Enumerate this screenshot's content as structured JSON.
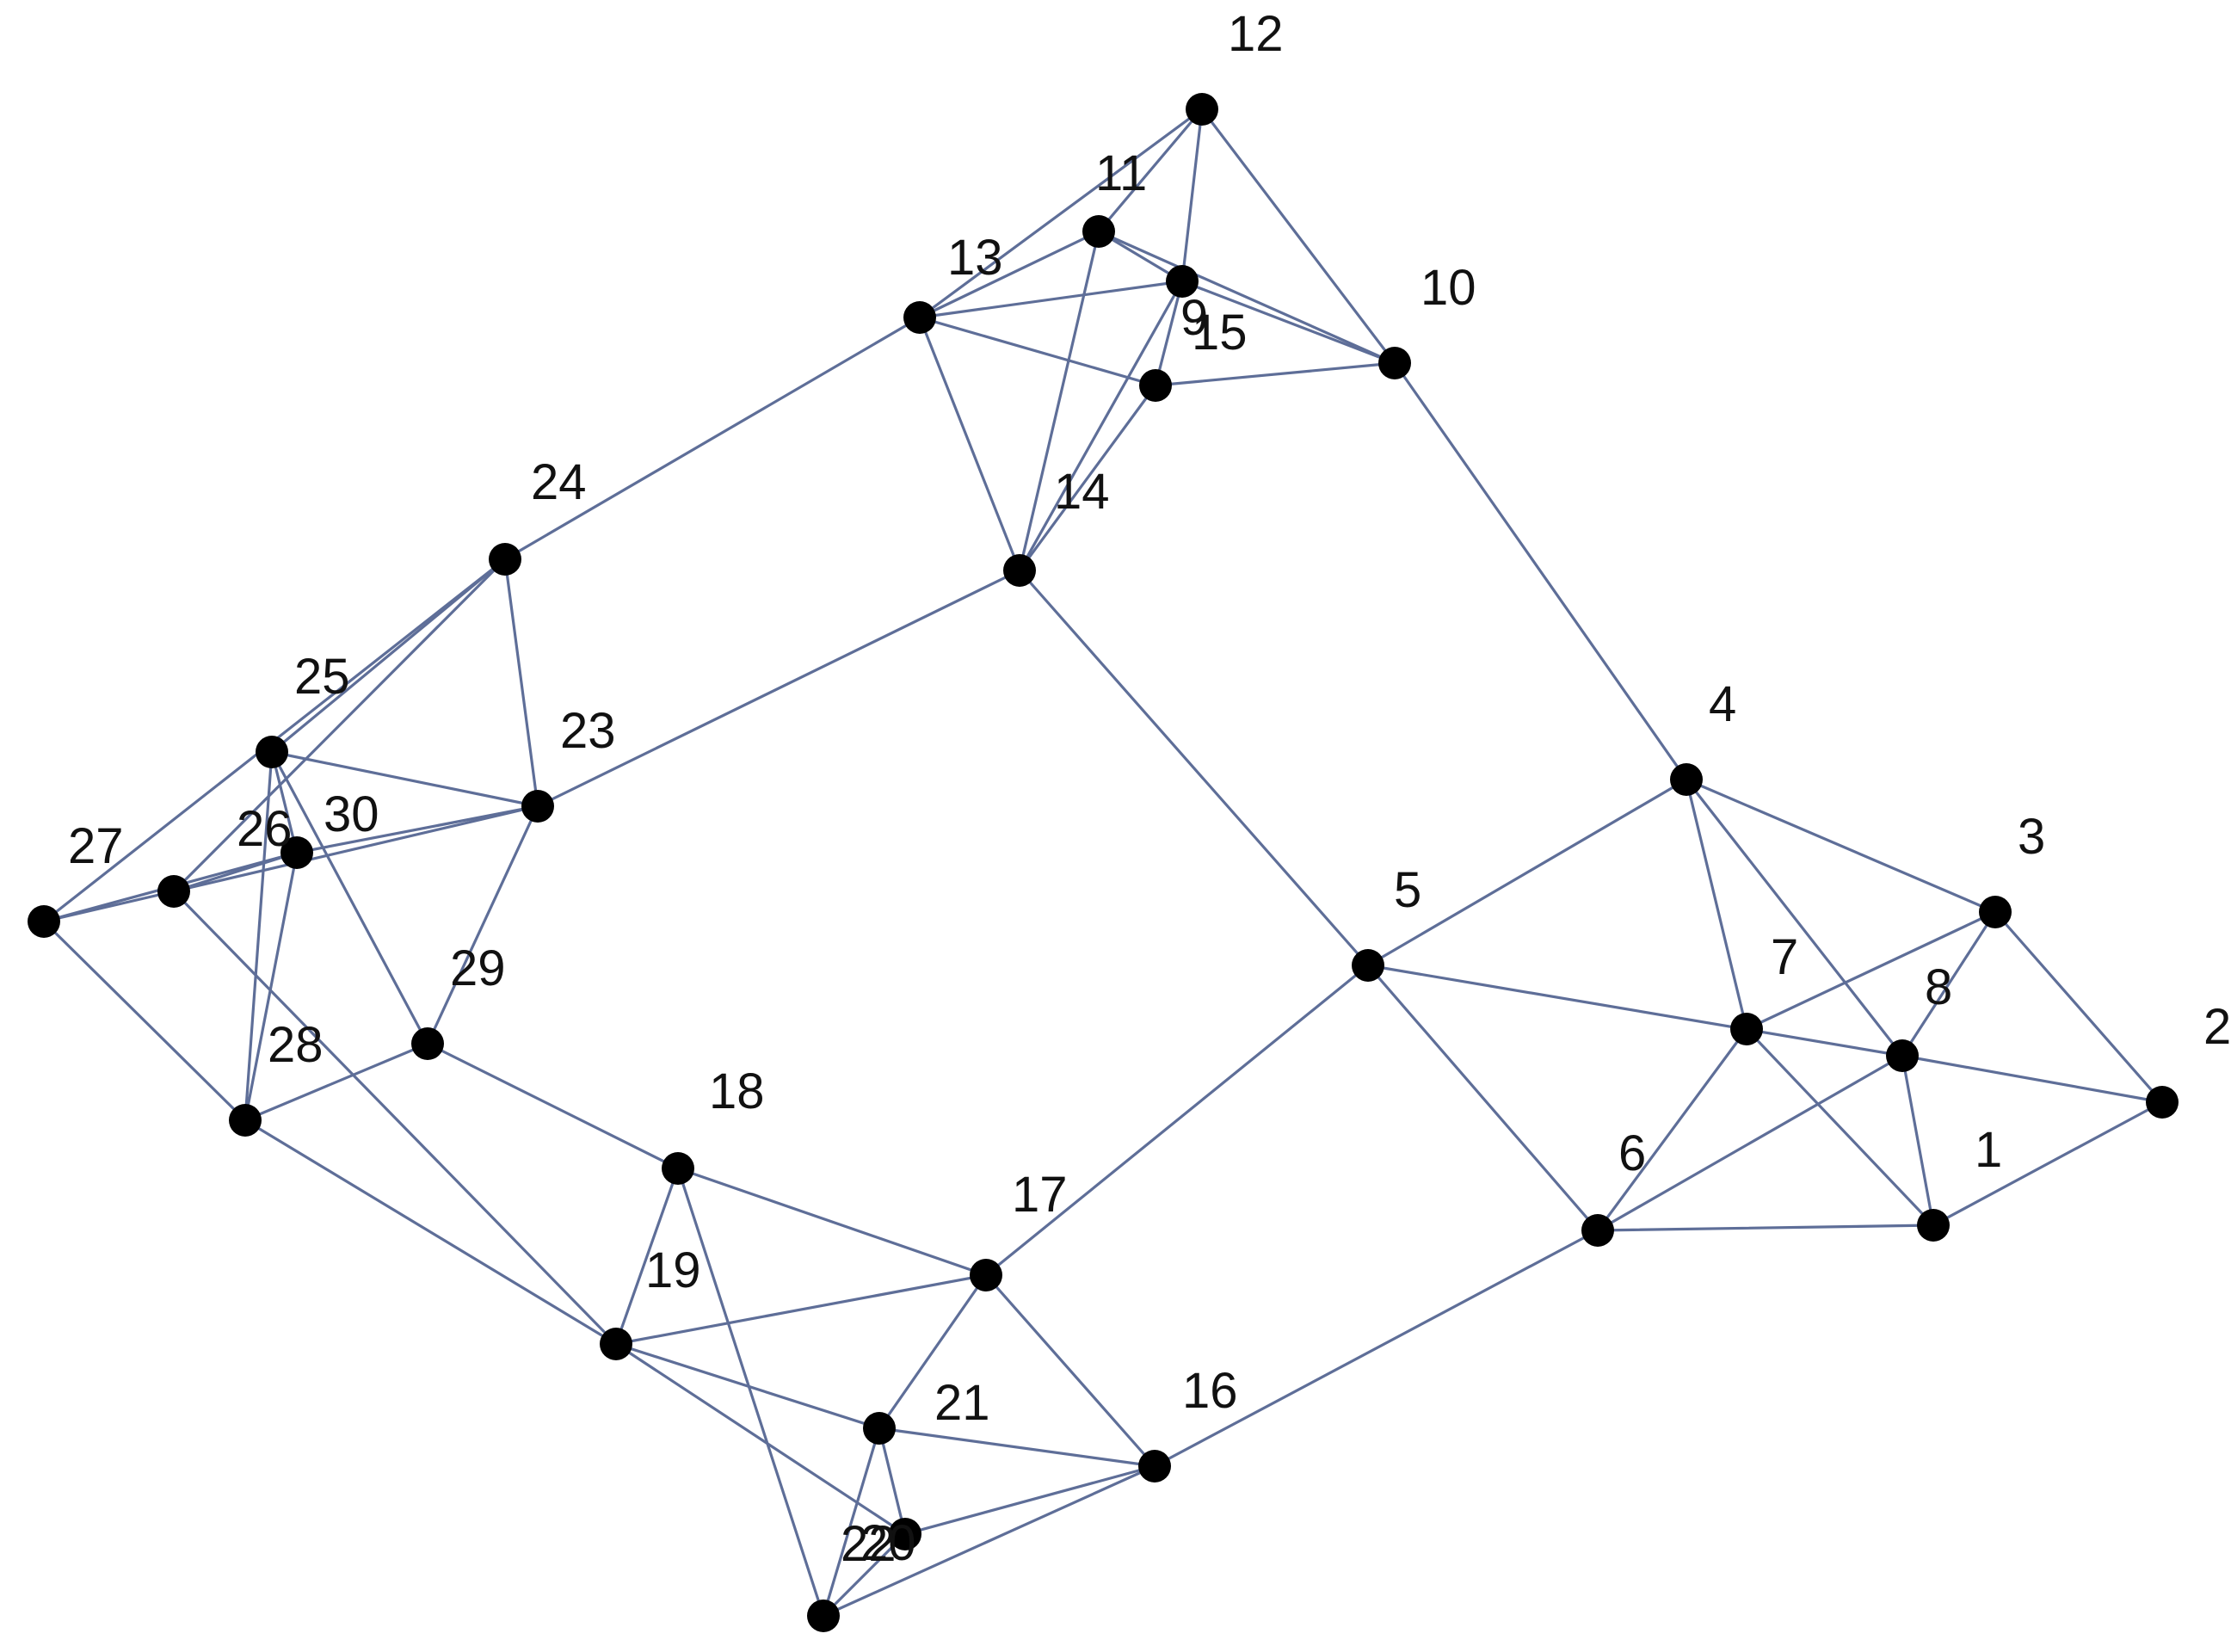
{
  "graph": {
    "edge_color": "#5e6e98",
    "node_color": "#000000",
    "label_color": "#111111",
    "nodes": [
      {
        "id": "1",
        "label": "1"
      },
      {
        "id": "2",
        "label": "2"
      },
      {
        "id": "3",
        "label": "3"
      },
      {
        "id": "4",
        "label": "4"
      },
      {
        "id": "5",
        "label": "5"
      },
      {
        "id": "6",
        "label": "6"
      },
      {
        "id": "7",
        "label": "7"
      },
      {
        "id": "8",
        "label": "8"
      },
      {
        "id": "9",
        "label": "9"
      },
      {
        "id": "10",
        "label": "10"
      },
      {
        "id": "11",
        "label": "11"
      },
      {
        "id": "12",
        "label": "12"
      },
      {
        "id": "13",
        "label": "13"
      },
      {
        "id": "14",
        "label": "14"
      },
      {
        "id": "15",
        "label": "15"
      },
      {
        "id": "16",
        "label": "16"
      },
      {
        "id": "17",
        "label": "17"
      },
      {
        "id": "18",
        "label": "18"
      },
      {
        "id": "19",
        "label": "19"
      },
      {
        "id": "20",
        "label": "20"
      },
      {
        "id": "21",
        "label": "21"
      },
      {
        "id": "22",
        "label": "22"
      },
      {
        "id": "23",
        "label": "23"
      },
      {
        "id": "24",
        "label": "24"
      },
      {
        "id": "25",
        "label": "25"
      },
      {
        "id": "26",
        "label": "26"
      },
      {
        "id": "27",
        "label": "27"
      },
      {
        "id": "28",
        "label": "28"
      },
      {
        "id": "29",
        "label": "29"
      },
      {
        "id": "30",
        "label": "30"
      }
    ],
    "edges": [
      [
        "1",
        "2"
      ],
      [
        "1",
        "8"
      ],
      [
        "1",
        "6"
      ],
      [
        "1",
        "7"
      ],
      [
        "2",
        "8"
      ],
      [
        "2",
        "3"
      ],
      [
        "3",
        "4"
      ],
      [
        "3",
        "7"
      ],
      [
        "3",
        "8"
      ],
      [
        "4",
        "5"
      ],
      [
        "4",
        "7"
      ],
      [
        "4",
        "8"
      ],
      [
        "4",
        "10"
      ],
      [
        "5",
        "6"
      ],
      [
        "5",
        "8"
      ],
      [
        "5",
        "14"
      ],
      [
        "5",
        "17"
      ],
      [
        "6",
        "7"
      ],
      [
        "6",
        "8"
      ],
      [
        "6",
        "16"
      ],
      [
        "9",
        "12"
      ],
      [
        "9",
        "13"
      ],
      [
        "9",
        "10"
      ],
      [
        "9",
        "14"
      ],
      [
        "9",
        "11"
      ],
      [
        "9",
        "15"
      ],
      [
        "10",
        "12"
      ],
      [
        "10",
        "15"
      ],
      [
        "10",
        "11"
      ],
      [
        "11",
        "12"
      ],
      [
        "11",
        "13"
      ],
      [
        "11",
        "14"
      ],
      [
        "12",
        "13"
      ],
      [
        "13",
        "15"
      ],
      [
        "13",
        "24"
      ],
      [
        "13",
        "14"
      ],
      [
        "14",
        "15"
      ],
      [
        "14",
        "23"
      ],
      [
        "16",
        "17"
      ],
      [
        "16",
        "20"
      ],
      [
        "16",
        "21"
      ],
      [
        "16",
        "22"
      ],
      [
        "17",
        "19"
      ],
      [
        "17",
        "21"
      ],
      [
        "17",
        "18"
      ],
      [
        "18",
        "22"
      ],
      [
        "18",
        "29"
      ],
      [
        "18",
        "19"
      ],
      [
        "19",
        "20"
      ],
      [
        "19",
        "21"
      ],
      [
        "19",
        "28"
      ],
      [
        "19",
        "30"
      ],
      [
        "20",
        "21"
      ],
      [
        "20",
        "22"
      ],
      [
        "21",
        "22"
      ],
      [
        "23",
        "24"
      ],
      [
        "23",
        "29"
      ],
      [
        "23",
        "25"
      ],
      [
        "23",
        "26"
      ],
      [
        "23",
        "30"
      ],
      [
        "24",
        "25"
      ],
      [
        "24",
        "27"
      ],
      [
        "24",
        "30"
      ],
      [
        "25",
        "29"
      ],
      [
        "25",
        "26"
      ],
      [
        "25",
        "28"
      ],
      [
        "26",
        "27"
      ],
      [
        "26",
        "28"
      ],
      [
        "26",
        "30"
      ],
      [
        "27",
        "28"
      ],
      [
        "27",
        "30"
      ],
      [
        "28",
        "29"
      ]
    ]
  }
}
